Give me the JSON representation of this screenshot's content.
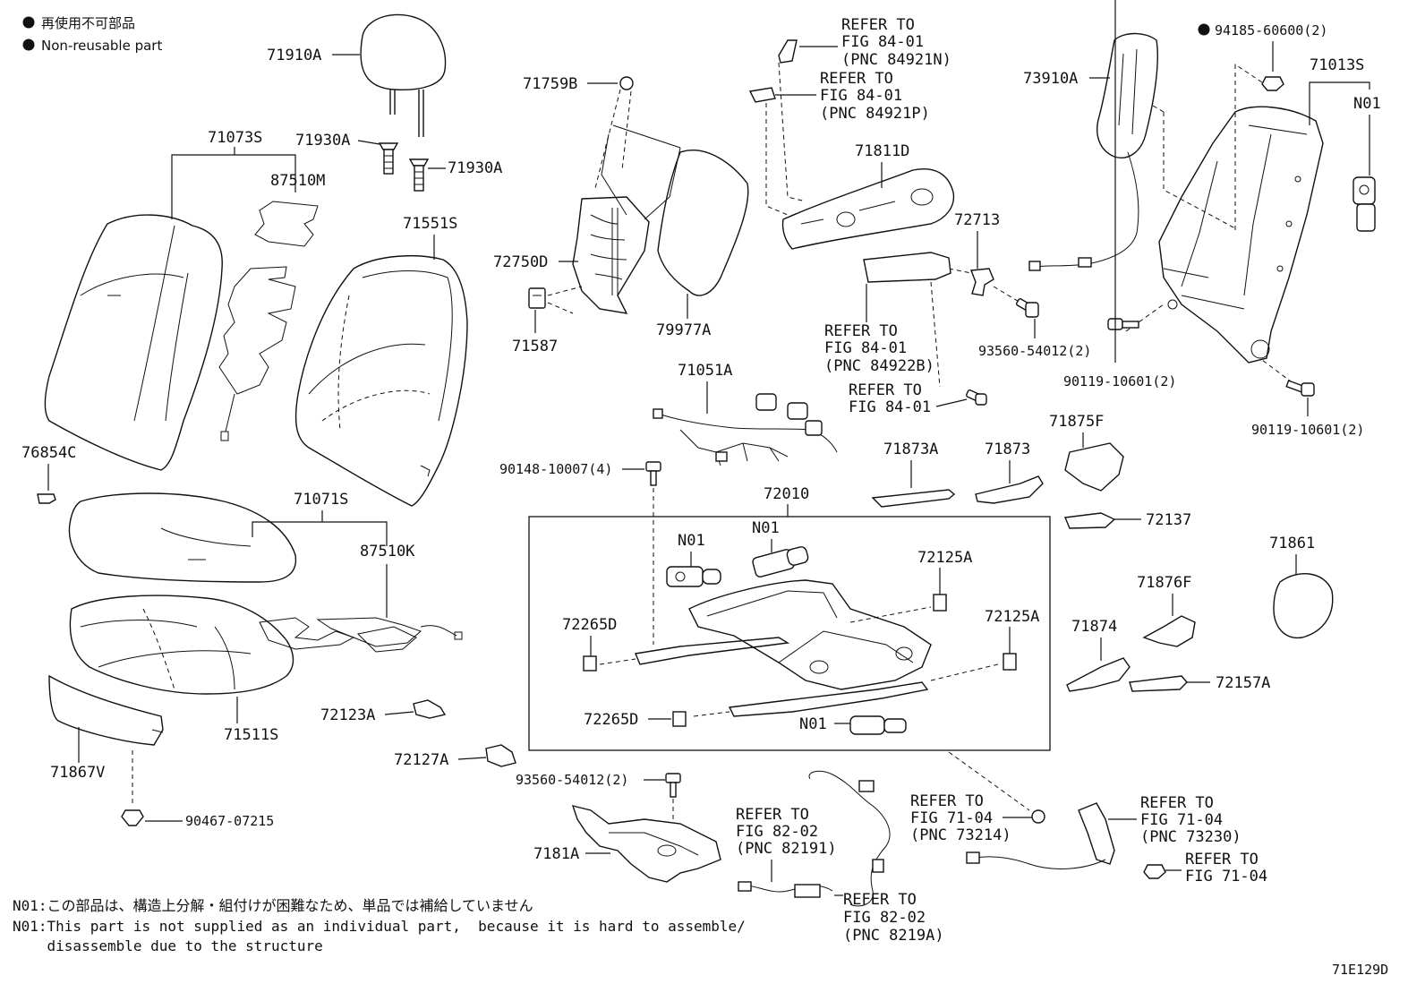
{
  "legend": {
    "bullet_text_ja": "再使用不可部品",
    "bullet_text_en": "Non-reusable part"
  },
  "parts": {
    "p71910A": "71910A",
    "p71930A_1": "71930A",
    "p71930A_2": "71930A",
    "p71073S": "71073S",
    "p87510M": "87510M",
    "p71551S": "71551S",
    "p76854C": "76854C",
    "p71071S": "71071S",
    "p87510K": "87510K",
    "p71511S": "71511S",
    "p71867V": "71867V",
    "p90467_07215": "90467-07215",
    "p72123A": "72123A",
    "p72127A": "72127A",
    "p71759B": "71759B",
    "p72750D": "72750D",
    "p71587": "71587",
    "p79977A": "79977A",
    "p71051A": "71051A",
    "p90148_10007": "90148-10007(4)",
    "p72010": "72010",
    "pN01_a": "N01",
    "pN01_b": "N01",
    "pN01_c": "N01",
    "pN01_d": "N01",
    "p72265D_1": "72265D",
    "p72265D_2": "72265D",
    "p72125A_1": "72125A",
    "p72125A_2": "72125A",
    "p71811D": "71811D",
    "p72713": "72713",
    "p93560_54012_a": "93560-54012(2)",
    "p93560_54012_b": "93560-54012(2)",
    "p73910A": "73910A",
    "p94185_60600": "94185-60600(2)",
    "p71013S": "71013S",
    "p90119_10601_a": "90119-10601(2)",
    "p90119_10601_b": "90119-10601(2)",
    "p71873A": "71873A",
    "p71873": "71873",
    "p71875F": "71875F",
    "p72137": "72137",
    "p71861": "71861",
    "p71876F": "71876F",
    "p71874": "71874",
    "p72157A": "72157A",
    "p7181A": "7181A"
  },
  "refs": {
    "r1": [
      "REFER TO",
      "FIG 84-01",
      "(PNC 84921N)"
    ],
    "r2": [
      "REFER TO",
      "FIG 84-01",
      "(PNC 84921P)"
    ],
    "r3": [
      "REFER TO",
      "FIG 84-01",
      "(PNC 84922B)"
    ],
    "r4": [
      "REFER TO",
      "FIG 84-01"
    ],
    "r5": [
      "REFER TO",
      "FIG 82-02",
      "(PNC 82191)"
    ],
    "r6": [
      "REFER TO",
      "FIG 82-02",
      "(PNC 8219A)"
    ],
    "r7": [
      "REFER TO",
      "FIG 71-04",
      "(PNC 73214)"
    ],
    "r8": [
      "REFER TO",
      "FIG 71-04",
      "(PNC 73230)"
    ],
    "r9": [
      "REFER TO",
      "FIG 71-04"
    ]
  },
  "notes": {
    "n1": "N01:この部品は、構造上分解・組付けが困難なため、単品では補給していません",
    "n2": "N01:This part is not supplied as an individual part,  because it is hard to assemble/",
    "n3": "    disassemble due to the structure"
  },
  "figure_id": "71E129D"
}
